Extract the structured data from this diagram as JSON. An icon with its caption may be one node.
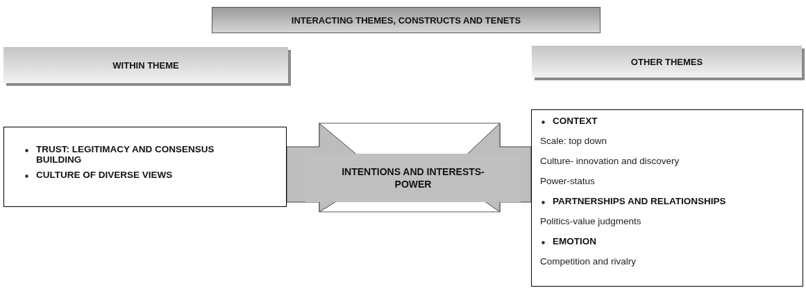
{
  "diagram": {
    "nodes": [
      {
        "text": [
          "INTERACTING THEMES, CONSTRUCTS AND TENETS"
        ]
      },
      {
        "text": [
          "WITHIN THEME"
        ]
      },
      {
        "text": [
          "OTHER THEMES"
        ]
      },
      {
        "text": [
          "TRUST: LEGITIMACY AND CONSENSUS BUILDING",
          "CULTURE OF DIVERSE VIEWS"
        ]
      },
      {
        "text": [
          "INTENTIONS AND INTERESTS- POWER"
        ]
      },
      {
        "text": [
          "CONTEXT",
          "Scale: top down",
          "Culture- innovation and discovery",
          "Power-status",
          "PARTNERSHIPS AND RELATIONSHIPS",
          "Politics-value judgments",
          "EMOTION",
          "Competition and rivalry"
        ]
      }
    ],
    "edges": [
      {
        "from": 3,
        "to": 4,
        "arrow": "to"
      },
      {
        "from": 5,
        "to": 4,
        "arrow": "to"
      }
    ]
  }
}
